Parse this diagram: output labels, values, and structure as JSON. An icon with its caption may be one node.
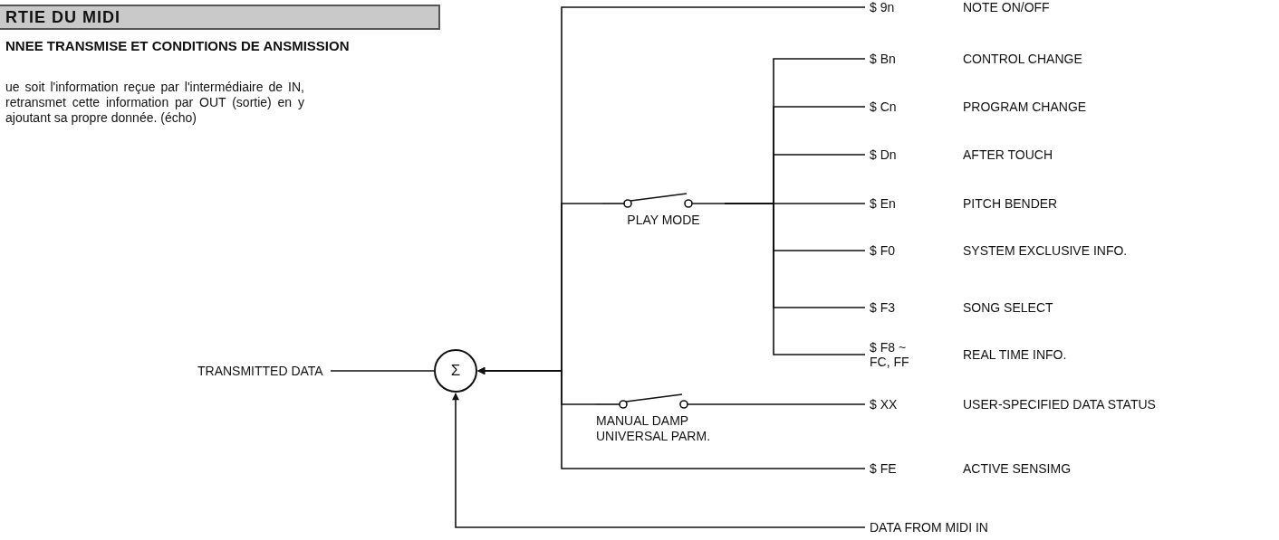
{
  "diagram": {
    "title": "RTIE DU MIDI",
    "nodes": [
      {
        "text": [
          "TRANSMITTED DATA"
        ]
      },
      {
        "text": [
          "Σ"
        ]
      },
      {
        "text": [
          "$ 9n"
        ],
        "beside": [
          "NOTE ON/OFF"
        ]
      },
      {
        "text": [
          "PLAY MODE"
        ]
      },
      {
        "text": [
          "$ Bn"
        ],
        "beside": [
          "CONTROL CHANGE"
        ]
      },
      {
        "text": [
          "$ Cn"
        ],
        "beside": [
          "PROGRAM CHANGE"
        ]
      },
      {
        "text": [
          "$ Dn"
        ],
        "beside": [
          "AFTER TOUCH"
        ]
      },
      {
        "text": [
          "$ En"
        ],
        "beside": [
          "PITCH BENDER"
        ]
      },
      {
        "text": [
          "$ F0"
        ],
        "beside": [
          "SYSTEM EXCLUSIVE INFO."
        ]
      },
      {
        "text": [
          "$ F3"
        ],
        "beside": [
          "SONG SELECT"
        ]
      },
      {
        "text": [
          "$ F8 ~ FC, FF"
        ],
        "beside": [
          "REAL TIME INFO."
        ]
      },
      {
        "text": [
          "MANUAL DAMP UNIVERSAL PARM."
        ]
      },
      {
        "text": [
          "$ XX"
        ],
        "beside": [
          "USER-SPECIFIED DATA STATUS"
        ]
      },
      {
        "text": [
          "$ FE"
        ],
        "beside": [
          "ACTIVE SENSIMG"
        ]
      },
      {
        "text": [
          "DATA FROM MIDI IN"
        ]
      }
    ],
    "edges": [
      {
        "from": 0,
        "to": 1,
        "arrow": "none"
      },
      {
        "from": 2,
        "to": 1,
        "arrow": "to"
      },
      {
        "from": 4,
        "to": 3,
        "arrow": "none"
      },
      {
        "from": 5,
        "to": 3,
        "arrow": "none"
      },
      {
        "from": 6,
        "to": 3,
        "arrow": "none"
      },
      {
        "from": 7,
        "to": 3,
        "arrow": "none"
      },
      {
        "from": 8,
        "to": 3,
        "arrow": "none"
      },
      {
        "from": 9,
        "to": 3,
        "arrow": "none"
      },
      {
        "from": 10,
        "to": 3,
        "arrow": "none"
      },
      {
        "from": 3,
        "to": 1,
        "arrow": "to"
      },
      {
        "from": 12,
        "to": 11,
        "arrow": "none"
      },
      {
        "from": 11,
        "to": 1,
        "arrow": "to"
      },
      {
        "from": 13,
        "to": 1,
        "arrow": "to"
      },
      {
        "from": 14,
        "to": 1,
        "arrow": "to"
      }
    ],
    "labels": [
      "NNEE TRANSMISE ET CONDITIONS DE ANSMISSION",
      "ue soit l'information reçue par l'intermédiaire de IN, retransmet cette information par OUT (sortie) en y ajoutant sa propre donnée. (écho)"
    ]
  }
}
